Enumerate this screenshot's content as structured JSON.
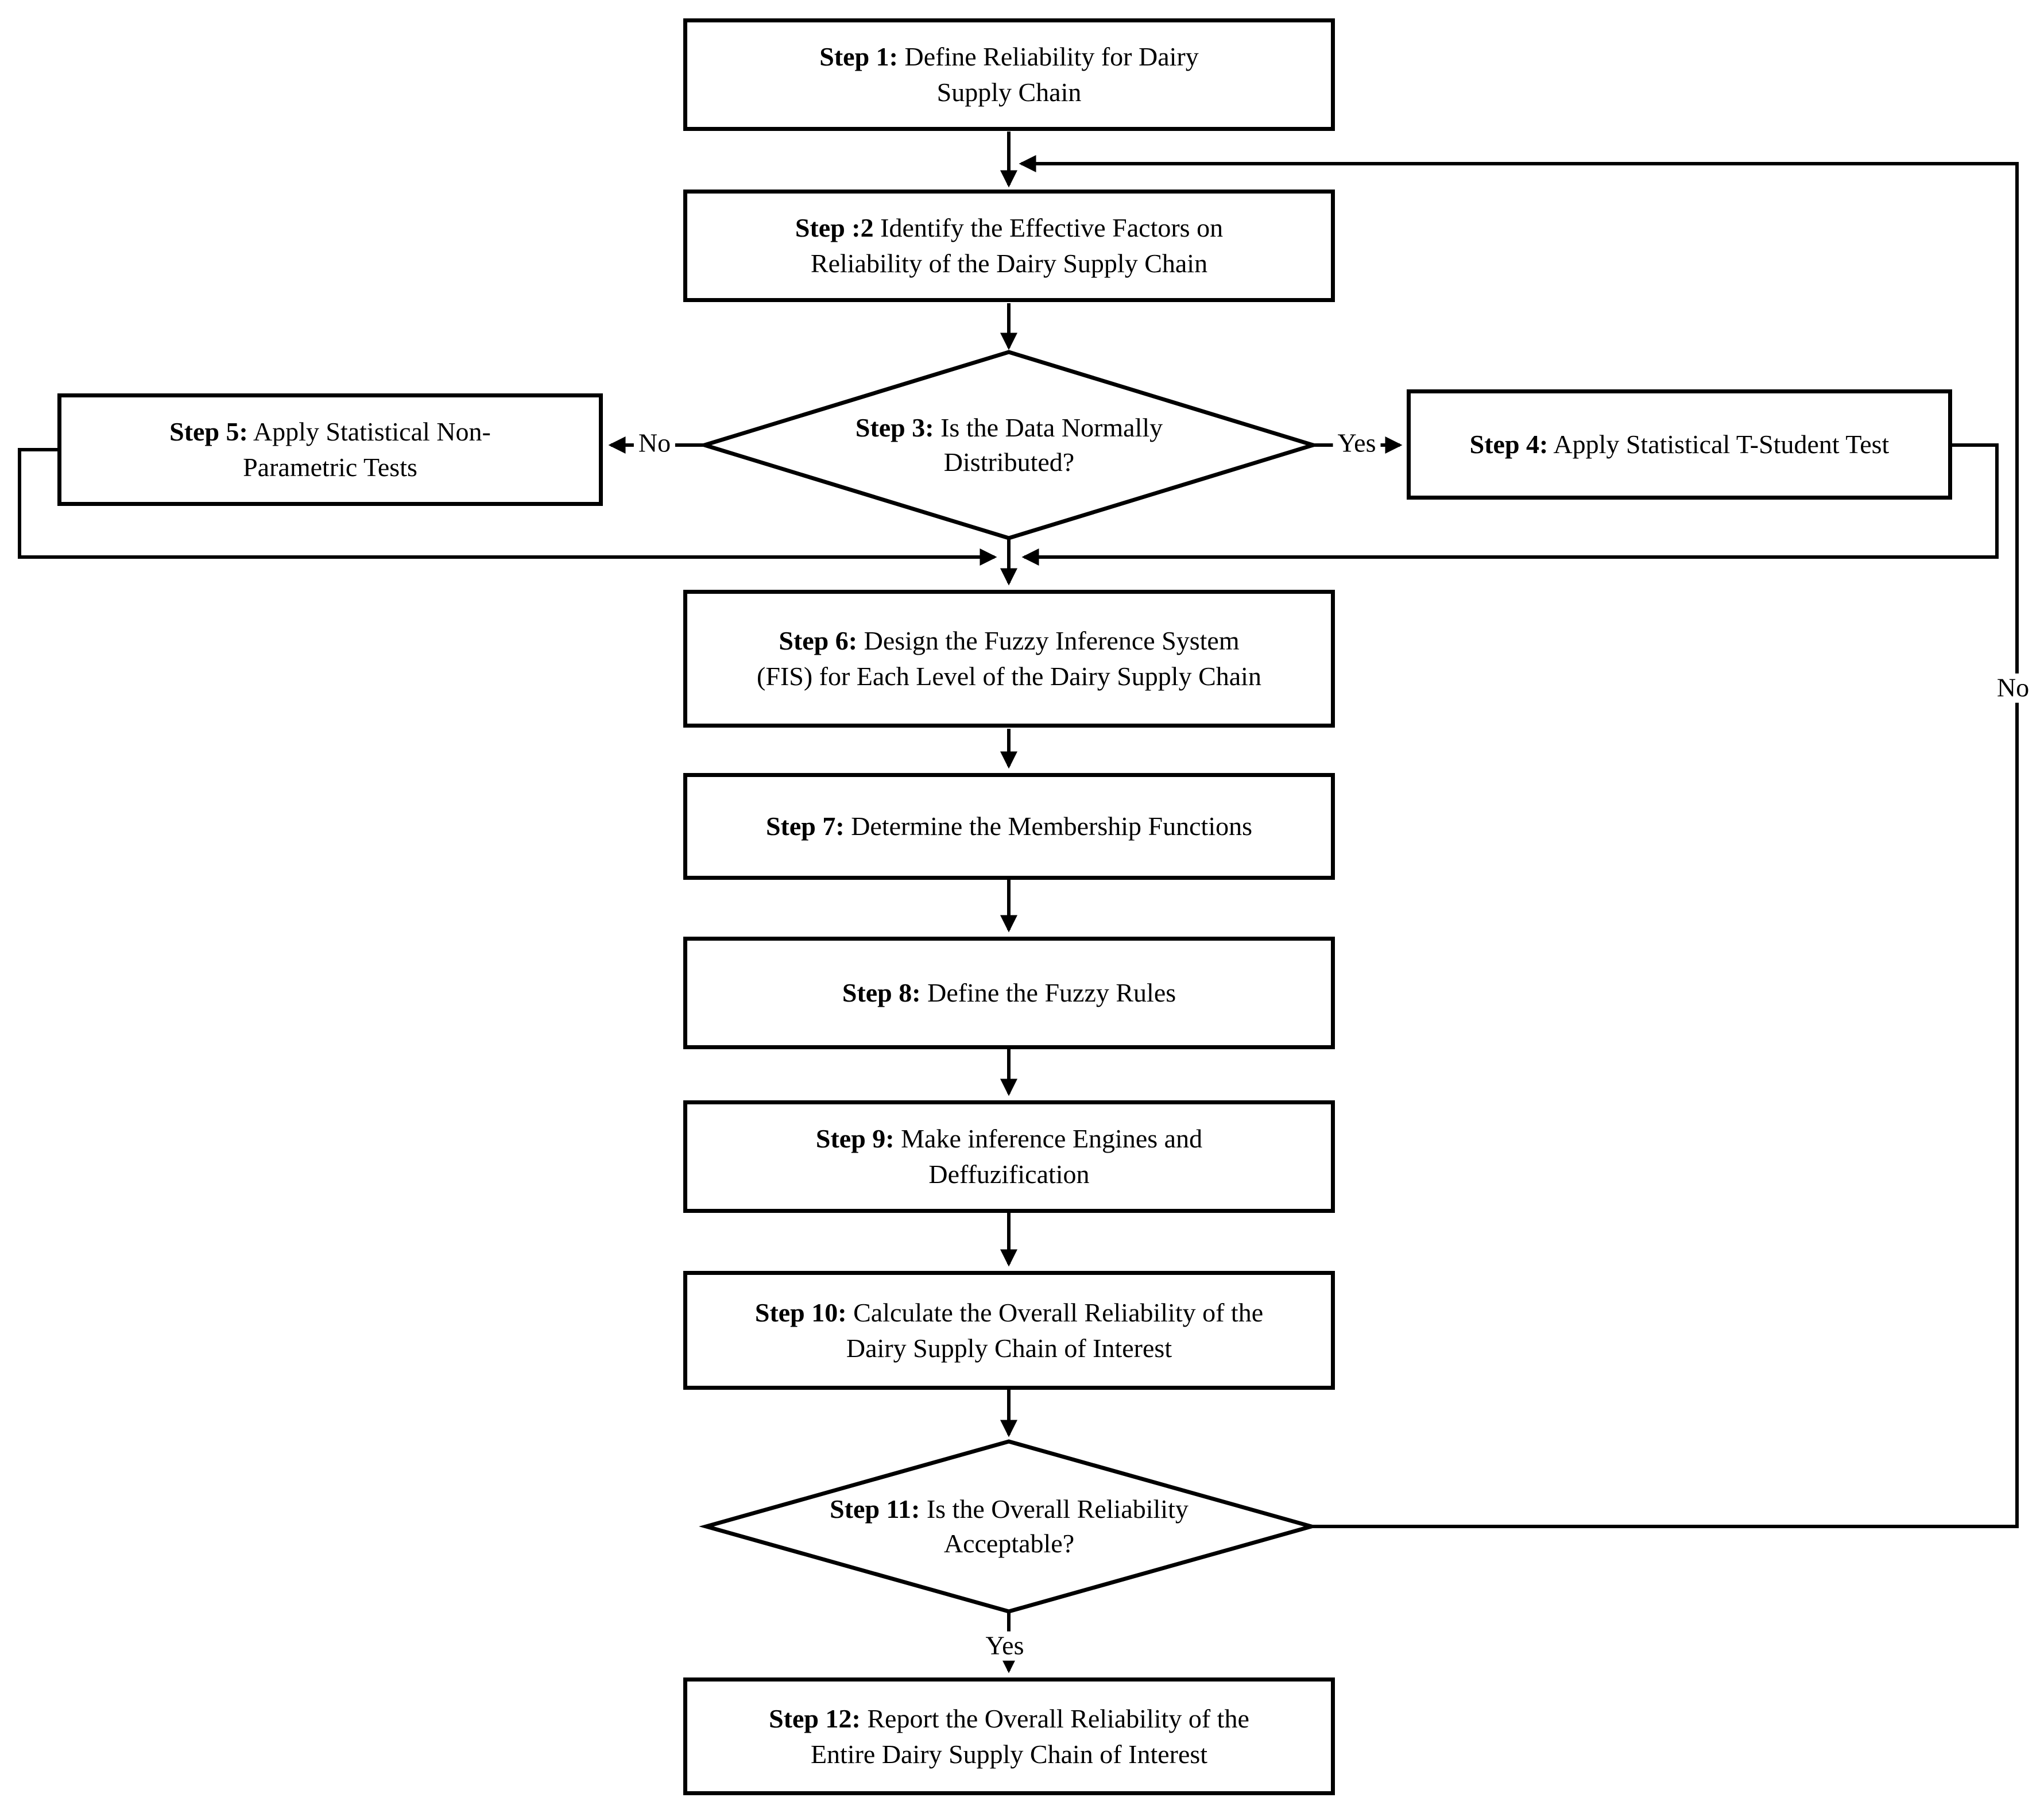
{
  "diagram": {
    "background": "#ffffff",
    "line_color": "#000000",
    "nodes": {
      "step1": {
        "type": "process",
        "prefix": "Step 1:",
        "text": "Define Reliability for Dairy\nSupply Chain"
      },
      "step2": {
        "type": "process",
        "prefix": "Step :2",
        "text": "Identify the Effective Factors on\nReliability of the Dairy Supply Chain"
      },
      "step3": {
        "type": "decision",
        "prefix": "Step 3:",
        "text": "Is the Data Normally\nDistributed?"
      },
      "step4": {
        "type": "process",
        "prefix": "Step 4:",
        "text": "Apply Statistical T-Student Test"
      },
      "step5": {
        "type": "process",
        "prefix": "Step 5:",
        "text": "Apply Statistical Non-\nParametric Tests"
      },
      "step6": {
        "type": "process",
        "prefix": "Step 6:",
        "text": "Design the Fuzzy Inference System\n(FIS) for Each Level of the Dairy Supply Chain"
      },
      "step7": {
        "type": "process",
        "prefix": "Step 7:",
        "text": "Determine the Membership Functions"
      },
      "step8": {
        "type": "process",
        "prefix": "Step 8:",
        "text": "Define the Fuzzy Rules"
      },
      "step9": {
        "type": "process",
        "prefix": "Step 9:",
        "text": "Make inference Engines and\nDeffuzification"
      },
      "step10": {
        "type": "process",
        "prefix": "Step 10:",
        "text": "Calculate the Overall Reliability of the\nDairy Supply Chain of Interest"
      },
      "step11": {
        "type": "decision",
        "prefix": "Step 11:",
        "text": "Is the Overall Reliability\nAcceptable?"
      },
      "step12": {
        "type": "process",
        "prefix": "Step 12:",
        "text": "Report the Overall Reliability of the\nEntire Dairy Supply Chain of Interest"
      }
    },
    "labels": {
      "step3_no": "No",
      "step3_yes": "Yes",
      "step11_yes": "Yes",
      "step11_no": "No"
    }
  }
}
